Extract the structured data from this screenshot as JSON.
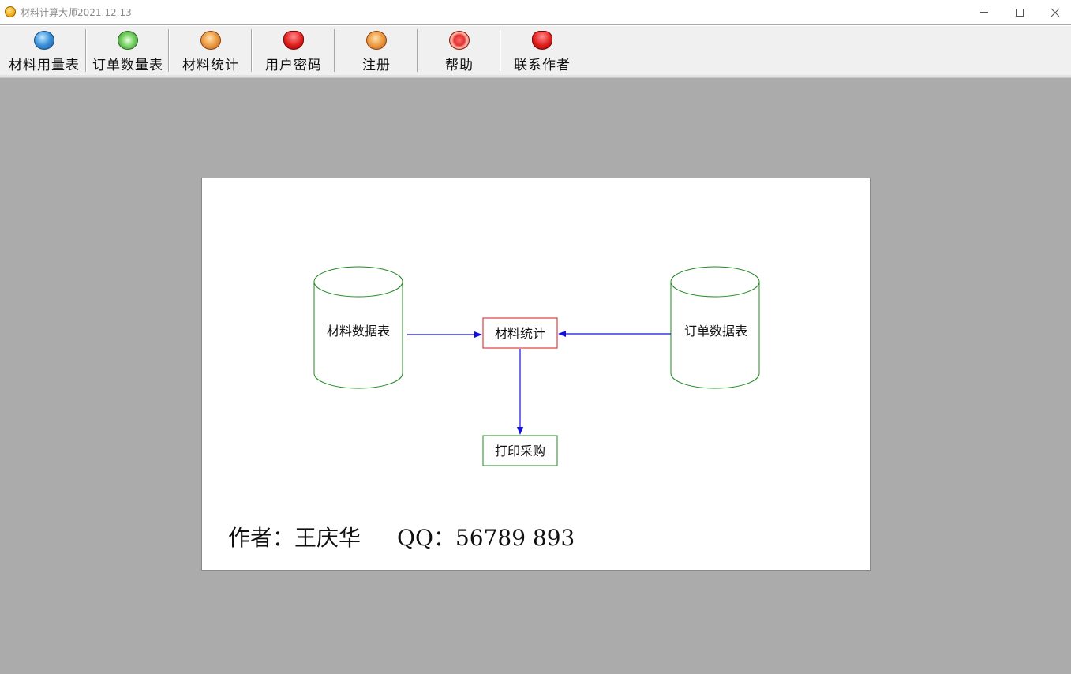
{
  "window": {
    "title": "材料计算大师2021.12.13",
    "controls": {
      "minimize": "minimize",
      "maximize": "maximize",
      "close": "close"
    }
  },
  "toolbar": {
    "items": [
      {
        "label": "材料用量表",
        "icon": "globe-icon"
      },
      {
        "label": "订单数量表",
        "icon": "green-orb-icon"
      },
      {
        "label": "材料统计",
        "icon": "orange-swirl-icon"
      },
      {
        "label": "用户密码",
        "icon": "red-flower-icon"
      },
      {
        "label": "注册",
        "icon": "orange-orb-icon"
      },
      {
        "label": "帮助",
        "icon": "red-button-icon"
      },
      {
        "label": "联系作者",
        "icon": "red-flower-icon"
      }
    ]
  },
  "diagram": {
    "nodes": {
      "material_table": "材料数据表",
      "order_table": "订单数据表",
      "material_stats": "材料统计",
      "print_purchase": "打印采购"
    },
    "colors": {
      "database_stroke": "#1f8a1f",
      "stats_stroke": "#d41a1a",
      "print_stroke": "#1f8a1f",
      "arrow": "#1010e0"
    }
  },
  "footer": {
    "author_label": "作者：",
    "author_name": "王庆华",
    "qq_label": "QQ：",
    "qq_number": "56789 893"
  }
}
